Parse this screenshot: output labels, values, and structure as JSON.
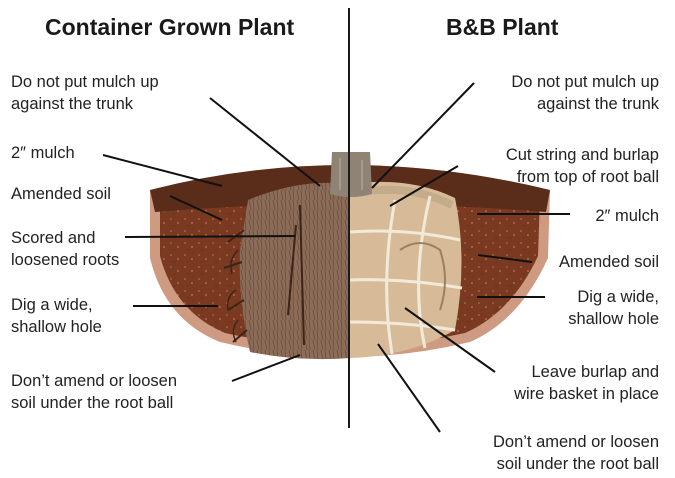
{
  "titles": {
    "left": "Container Grown Plant",
    "right": "B&B Plant"
  },
  "left_labels": {
    "mulch_trunk": [
      "Do not put mulch up",
      "against the trunk"
    ],
    "mulch_depth": [
      "2″ mulch"
    ],
    "amended_soil": [
      "Amended soil"
    ],
    "scored_roots": [
      "Scored and",
      "loosened roots"
    ],
    "dig_hole": [
      "Dig a wide,",
      "shallow hole"
    ],
    "no_amend": [
      "Don’t amend or loosen",
      "soil under the root ball"
    ]
  },
  "right_labels": {
    "mulch_trunk": [
      "Do not put mulch up",
      "against the trunk"
    ],
    "cut_string": [
      "Cut string and burlap",
      "from top of root ball"
    ],
    "mulch_depth": [
      "2″ mulch"
    ],
    "amended_soil": [
      "Amended soil"
    ],
    "dig_hole": [
      "Dig a wide,",
      "shallow hole"
    ],
    "leave_burlap": [
      "Leave burlap and",
      "wire basket in place"
    ],
    "no_amend": [
      "Don’t amend or loosen",
      "soil under the root ball"
    ]
  },
  "colors": {
    "outer_soil": "#cf9a82",
    "amended_soil": "#7a3a22",
    "mulch": "#5a2c1a",
    "root_ball": "#8a6a55",
    "burlap": "#d7bb98",
    "trunk": "#8f8376",
    "divider": "#1a1a1a"
  },
  "icons": {
    "trunk": "tree-trunk-icon",
    "root_ball_left": "root-ball-icon",
    "root_ball_right": "burlap-root-ball-icon"
  }
}
